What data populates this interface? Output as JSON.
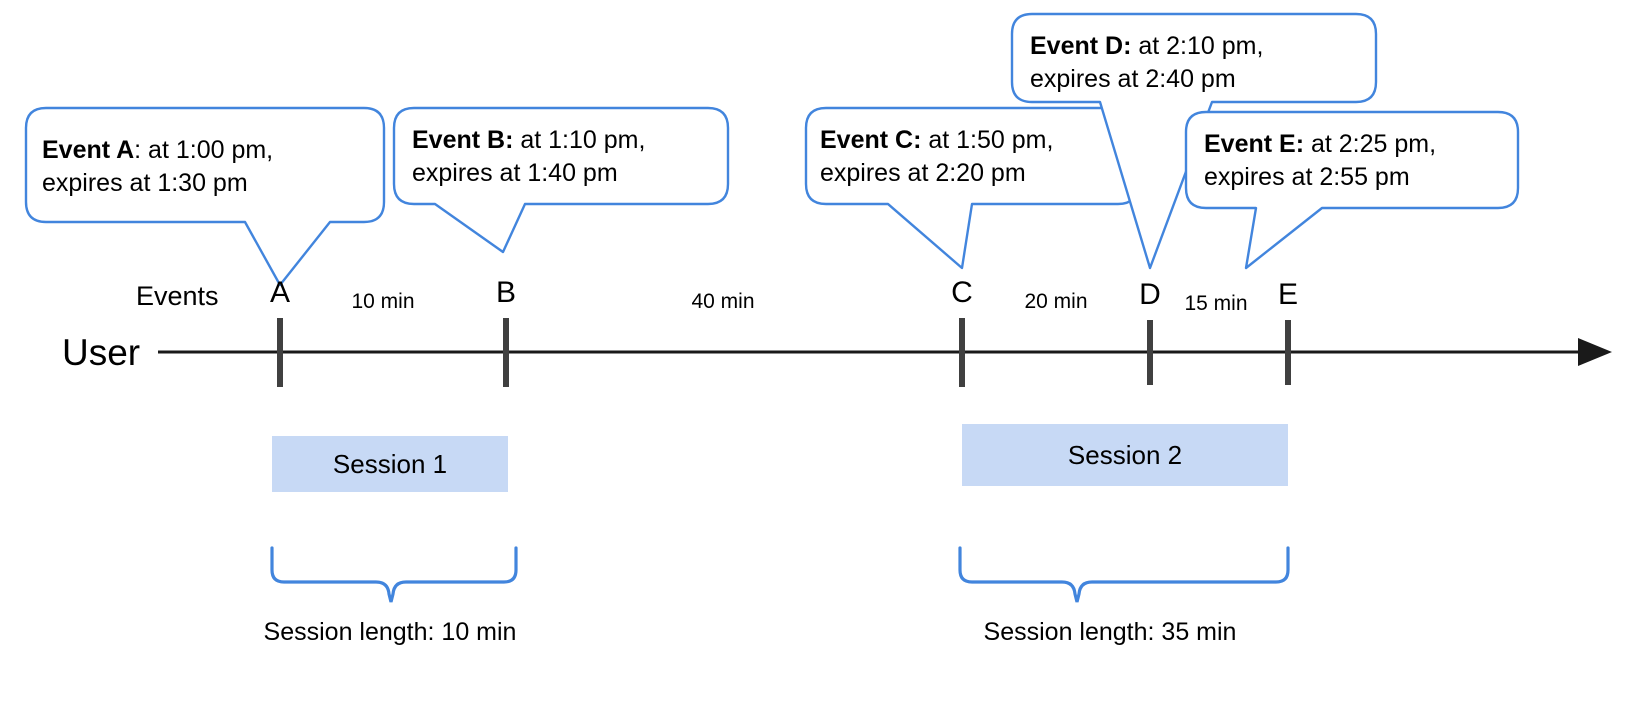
{
  "diagram": {
    "title_none": "",
    "axis": {
      "user_label": "User",
      "events_label": "Events",
      "arrow_icon": "arrow-right-icon"
    },
    "events": [
      {
        "id": "A",
        "tick_label": "A",
        "callout_bold": "Event A",
        "callout_line1_rest": ": at 1:00 pm,",
        "callout_line2": "expires at 1:30 pm"
      },
      {
        "id": "B",
        "tick_label": "B",
        "callout_bold": "Event B:",
        "callout_line1_rest": " at 1:10 pm,",
        "callout_line2": "expires at 1:40 pm"
      },
      {
        "id": "C",
        "tick_label": "C",
        "callout_bold": "Event C:",
        "callout_line1_rest": " at 1:50 pm,",
        "callout_line2": "expires at 2:20 pm"
      },
      {
        "id": "D",
        "tick_label": "D",
        "callout_bold": "Event D:",
        "callout_line1_rest": " at 2:10 pm,",
        "callout_line2": "expires at 2:40 pm"
      },
      {
        "id": "E",
        "tick_label": "E",
        "callout_bold": "Event E:",
        "callout_line1_rest": " at 2:25 pm,",
        "callout_line2": "expires at 2:55 pm"
      }
    ],
    "gaps": [
      {
        "label": "10 min"
      },
      {
        "label": "40 min"
      },
      {
        "label": "20 min"
      },
      {
        "label": "15 min"
      }
    ],
    "sessions": [
      {
        "label": "Session 1",
        "caption": "Session length: 10 min"
      },
      {
        "label": "Session 2",
        "caption": "Session length: 35 min"
      }
    ],
    "colors": {
      "callout_stroke": "#4285dd",
      "brace_stroke": "#4285dd",
      "session_fill": "#c7d9f5",
      "axis_line": "#1a1a1a",
      "tick": "#404040",
      "text": "#000000"
    }
  }
}
